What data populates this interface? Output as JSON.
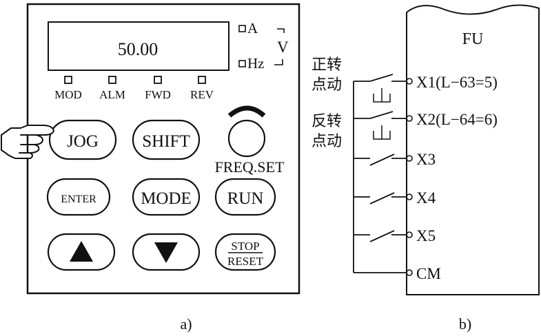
{
  "panel_a": {
    "display": {
      "value": "50.00"
    },
    "units": {
      "amps": "A",
      "hertz": "Hz",
      "volts": "V"
    },
    "leds": [
      "MOD",
      "ALM",
      "FWD",
      "REV"
    ],
    "buttons": {
      "jog": "JOG",
      "shift": "SHIFT",
      "enter": "ENTER",
      "mode": "MODE",
      "run": "RUN",
      "stop": "STOP",
      "reset": "RESET"
    },
    "freq_set": "FREQ.SET",
    "caption": "a)"
  },
  "panel_b": {
    "box_label": "FU",
    "group_forward": {
      "line1": "正转",
      "line2": "点动"
    },
    "group_reverse": {
      "line1": "反转",
      "line2": "点动"
    },
    "terminals": [
      "X1(L−63=5)",
      "X2(L−64=6)",
      "X3",
      "X4",
      "X5",
      "CM"
    ],
    "caption": "b)"
  }
}
